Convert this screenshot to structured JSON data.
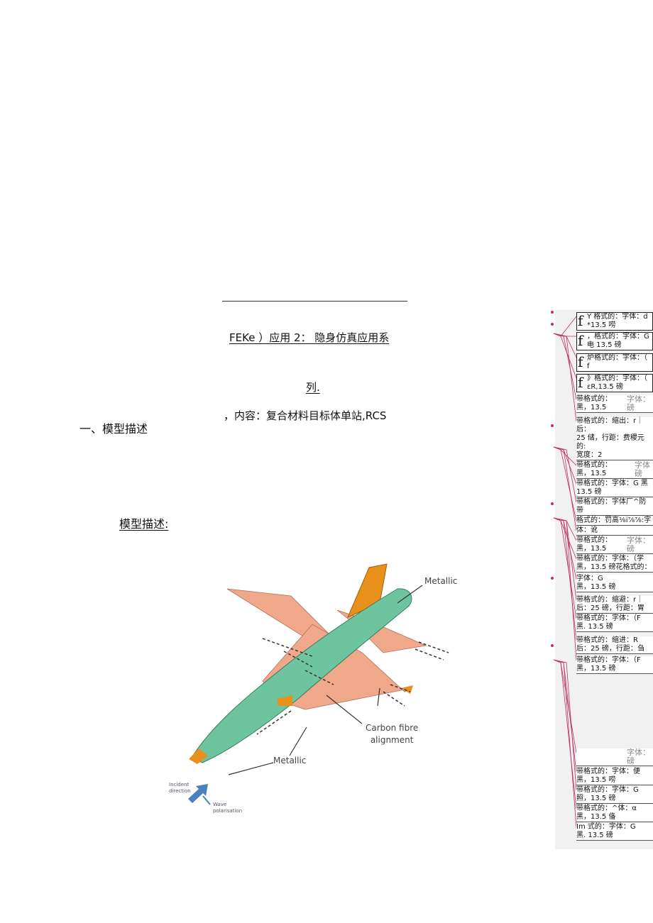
{
  "document": {
    "title_line1": "FEKe ）应用 2： 隐身仿真应用系",
    "title_line2": "列.",
    "content_line": "，内容：复合材料目标体单站,RCS",
    "section_heading": "一、模型描述",
    "subheading": "模型描述:"
  },
  "figure": {
    "labels": {
      "metallic_top": "Metallic",
      "metallic_bottom": "Metallic",
      "carbon": "Carbon fibre\nalignment",
      "incident": "Incident\ndirection",
      "wave": "Wave\npolarisation"
    },
    "colors": {
      "fuselage": "#6fc4a0",
      "wings": "#f0a88a",
      "tips": "#e8901a",
      "arrow": "#4a7fc0"
    }
  },
  "comments": [
    {
      "text": "Y 格式的：字体：d\n*13.5 唠",
      "f": true
    },
    {
      "text": "，格式的：字体：G\n电 13.5 磅",
      "f": true
    },
    {
      "text": "炉格式的：字体：（\nf",
      "f": true
    },
    {
      "text": "》格式的：字体：（\nεR,13.5 磅",
      "f": true
    },
    {
      "text": "带格式的：\n黑，13.5",
      "grey": "字体：\n磅"
    },
    {
      "text": "带格式的：缩出：r｜后：\n25 储，行距：费稷元的:\n宽度：2"
    },
    {
      "text": "带格式的：\n黑，13.5",
      "grey": "字体\n磅"
    },
    {
      "text": "带格式的：字体：G 黑\n13.5 磅"
    },
    {
      "text": "带格式的：字体厂^防带"
    },
    {
      "text": "格式的：罚高⅛i⅞⅞:字"
    },
    {
      "text": "体：讹"
    },
    {
      "text": "带格式的：\n黑，13.5",
      "grey": "字体：\n磅"
    },
    {
      "text": "带格式的：字体：（学\n黑，13.5 磅花格式的："
    },
    {
      "text": "字体：G\n黑，13.5 磅"
    },
    {
      "text": "带格式的：缩避：r｜\n后：25 磅，行距：胃"
    },
    {
      "text": "带格式的：字体：（F\n黑. 13.5 磅"
    },
    {
      "text": "带格式的：缩进：R\n后：25 磅，行距：刍"
    },
    {
      "text": "带格式的：字体：（F\n黑，13.5 磅"
    },
    {
      "text": "",
      "grey": "字体：\n磅"
    },
    {
      "text": "带格式的：字体：便\n黑，13.5 唠"
    },
    {
      "text": "带格式的：字体：G\n照，13.5 磅"
    },
    {
      "text": "带格式的：^体：α\n黑，13.5 俻"
    },
    {
      "text": "Im 式的：字体：G\n黑. 13.5 磅"
    }
  ],
  "markup_color": "#c0305a"
}
